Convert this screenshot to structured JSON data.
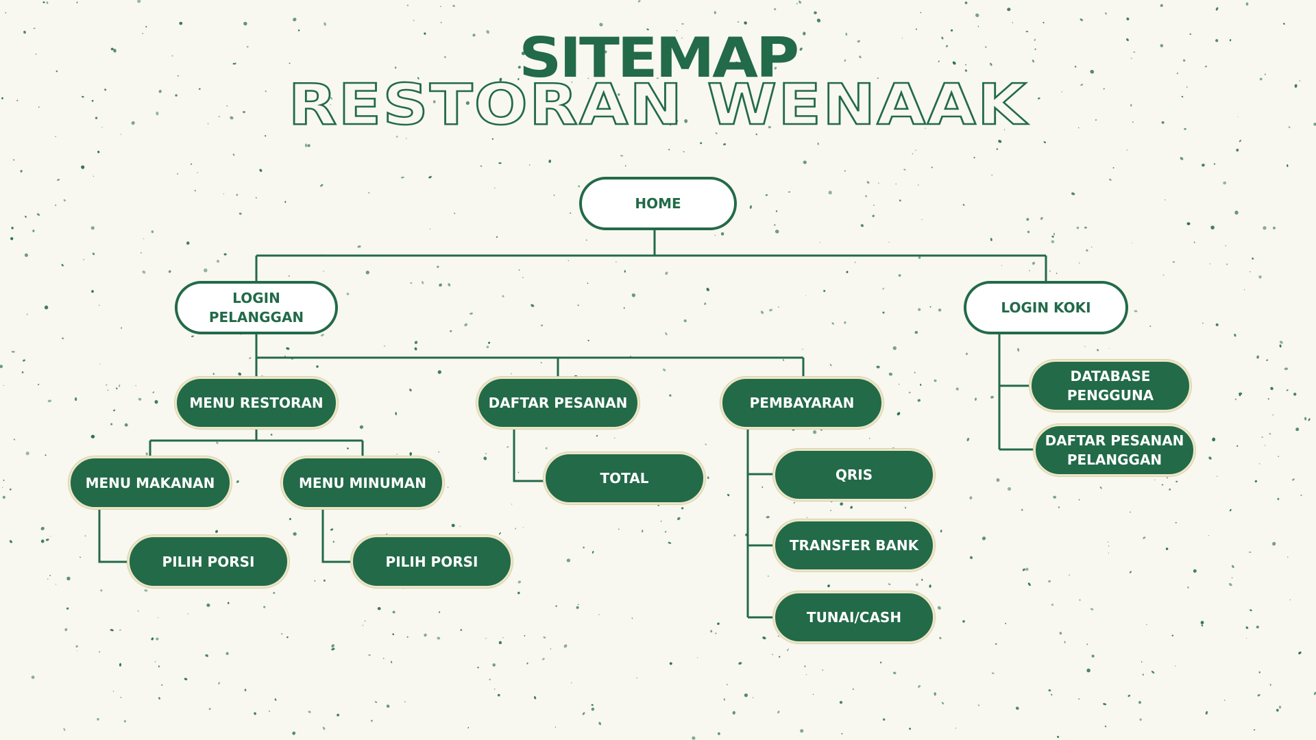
{
  "title": {
    "line1": "SITEMAP",
    "line2": "RESTORAN WENAAK"
  },
  "nodes": {
    "home": "HOME",
    "login_pelanggan": "LOGIN PELANGGAN",
    "login_koki": "LOGIN KOKI",
    "menu_restoran": "MENU RESTORAN",
    "daftar_pesanan": "DAFTAR PESANAN",
    "pembayaran": "PEMBAYARAN",
    "menu_makanan": "MENU MAKANAN",
    "menu_minuman": "MENU MINUMAN",
    "pilih_porsi_makanan": "PILIH PORSI",
    "pilih_porsi_minuman": "PILIH PORSI",
    "total": "TOTAL",
    "qris": "QRIS",
    "transfer_bank": "TRANSFER BANK",
    "tunai_cash": "TUNAI/CASH",
    "database_pengguna": "DATABASE PENGGUNA",
    "daftar_pesanan_pelanggan": "DAFTAR PESANAN PELANGGAN"
  },
  "colors": {
    "primary_green": "#226a48",
    "background": "#f8f7f0",
    "node_border_cream": "#ece6c8"
  }
}
